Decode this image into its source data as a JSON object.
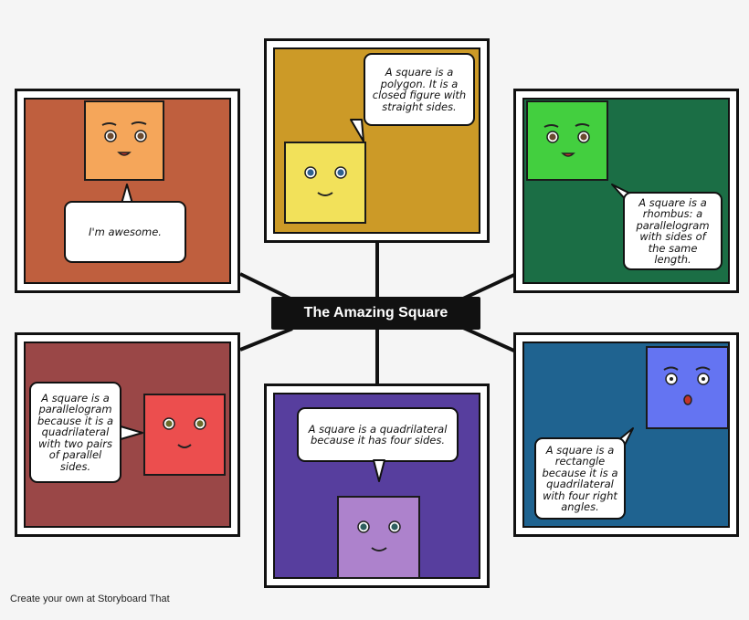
{
  "title": "The Amazing Square",
  "footer": "Create your own at Storyboard That",
  "panels": [
    {
      "id": "orange",
      "bg": "#bf5f3e",
      "square_color": "#f5a65a",
      "text": "I'm awesome."
    },
    {
      "id": "yellow",
      "bg": "#cc9a27",
      "square_color": "#f2e15a",
      "text": "A square is a polygon. It is a closed figure with straight sides."
    },
    {
      "id": "green",
      "bg": "#1b6e45",
      "square_color": "#43cf3f",
      "text": "A square is a rhombus: a parallelogram with sides of the same length."
    },
    {
      "id": "red",
      "bg": "#9a4747",
      "square_color": "#ec4e4e",
      "text": "A square is a parallelogram because it is a quadrilateral with two pairs of parallel sides."
    },
    {
      "id": "purple",
      "bg": "#573e9e",
      "square_color": "#ad82cc",
      "text": "A square is a quadrilateral because it has four sides."
    },
    {
      "id": "blue",
      "bg": "#1f6390",
      "square_color": "#6474f2",
      "text": "A square is a rectangle because it is a quadrilateral with four right angles."
    }
  ]
}
